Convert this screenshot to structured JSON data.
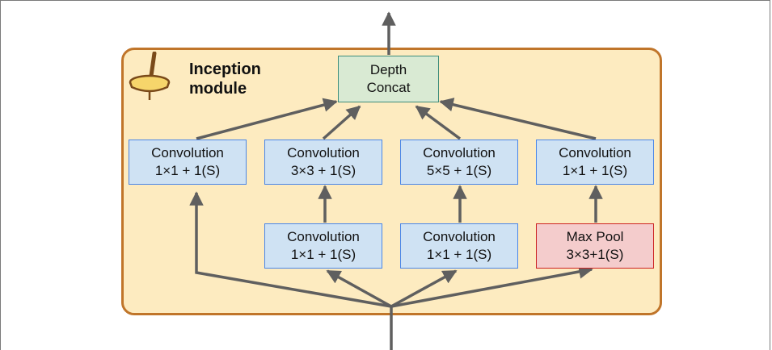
{
  "title_line1": "Inception",
  "title_line2": "module",
  "concat": {
    "line1": "Depth",
    "line2": "Concat"
  },
  "top_row": [
    {
      "line1": "Convolution",
      "line2": "1×1 + 1(S)"
    },
    {
      "line1": "Convolution",
      "line2": "3×3 + 1(S)"
    },
    {
      "line1": "Convolution",
      "line2": "5×5 + 1(S)"
    },
    {
      "line1": "Convolution",
      "line2": "1×1 + 1(S)"
    }
  ],
  "bottom_row": [
    {
      "line1": "Convolution",
      "line2": "1×1 + 1(S)"
    },
    {
      "line1": "Convolution",
      "line2": "1×1 + 1(S)"
    },
    {
      "line1": "Max Pool",
      "line2": "3×3+1(S)"
    }
  ],
  "colors": {
    "module_fill": "#fdebc0",
    "module_border": "#c0752a",
    "conv_fill": "#cfe2f3",
    "concat_fill": "#d9ead3",
    "pool_fill": "#f4cccc",
    "arrow": "#5f5f5f"
  },
  "icon": "spinning-top-icon"
}
